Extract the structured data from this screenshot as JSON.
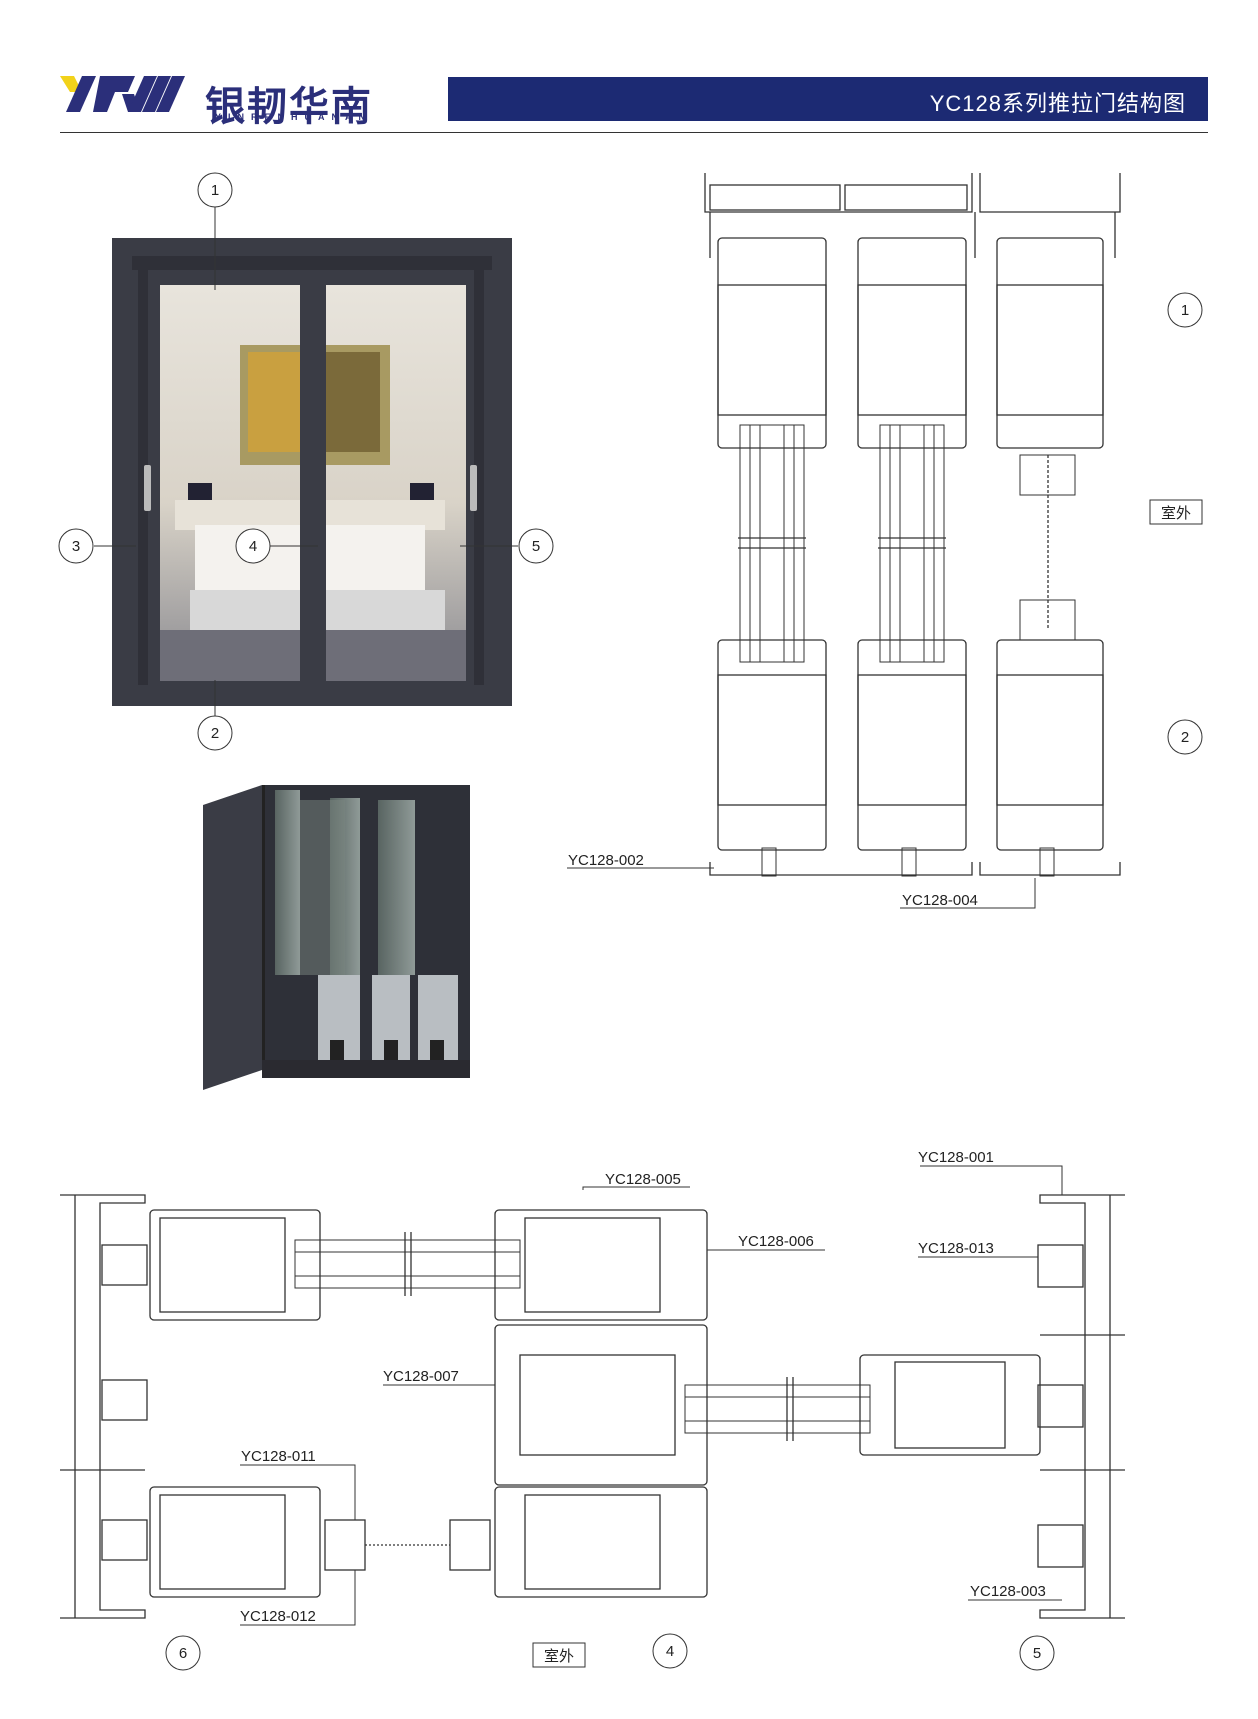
{
  "brand": {
    "name_cn": "银韧华南",
    "name_pinyin": "YINRENHUANAN",
    "logo_letters": "YRHN",
    "color": "#2b2f7a"
  },
  "header": {
    "title": "YC128系列推拉门结构图",
    "bar_color": "#1c2a73"
  },
  "door_photo": {
    "callouts": [
      "1",
      "2",
      "3",
      "4",
      "5"
    ],
    "frame_color": "#3a3c45"
  },
  "vertical_section": {
    "callouts": [
      "1",
      "2"
    ],
    "exterior_label": "室外",
    "parts": [
      "YC128-002",
      "YC128-004"
    ]
  },
  "horizontal_section": {
    "callouts": [
      "6",
      "4",
      "5"
    ],
    "exterior_label": "室外",
    "parts_top": [
      "YC128-005",
      "YC128-006",
      "YC128-001",
      "YC128-013"
    ],
    "parts_mid": [
      "YC128-007"
    ],
    "parts_bottom": [
      "YC128-011",
      "YC128-012",
      "YC128-003"
    ]
  }
}
